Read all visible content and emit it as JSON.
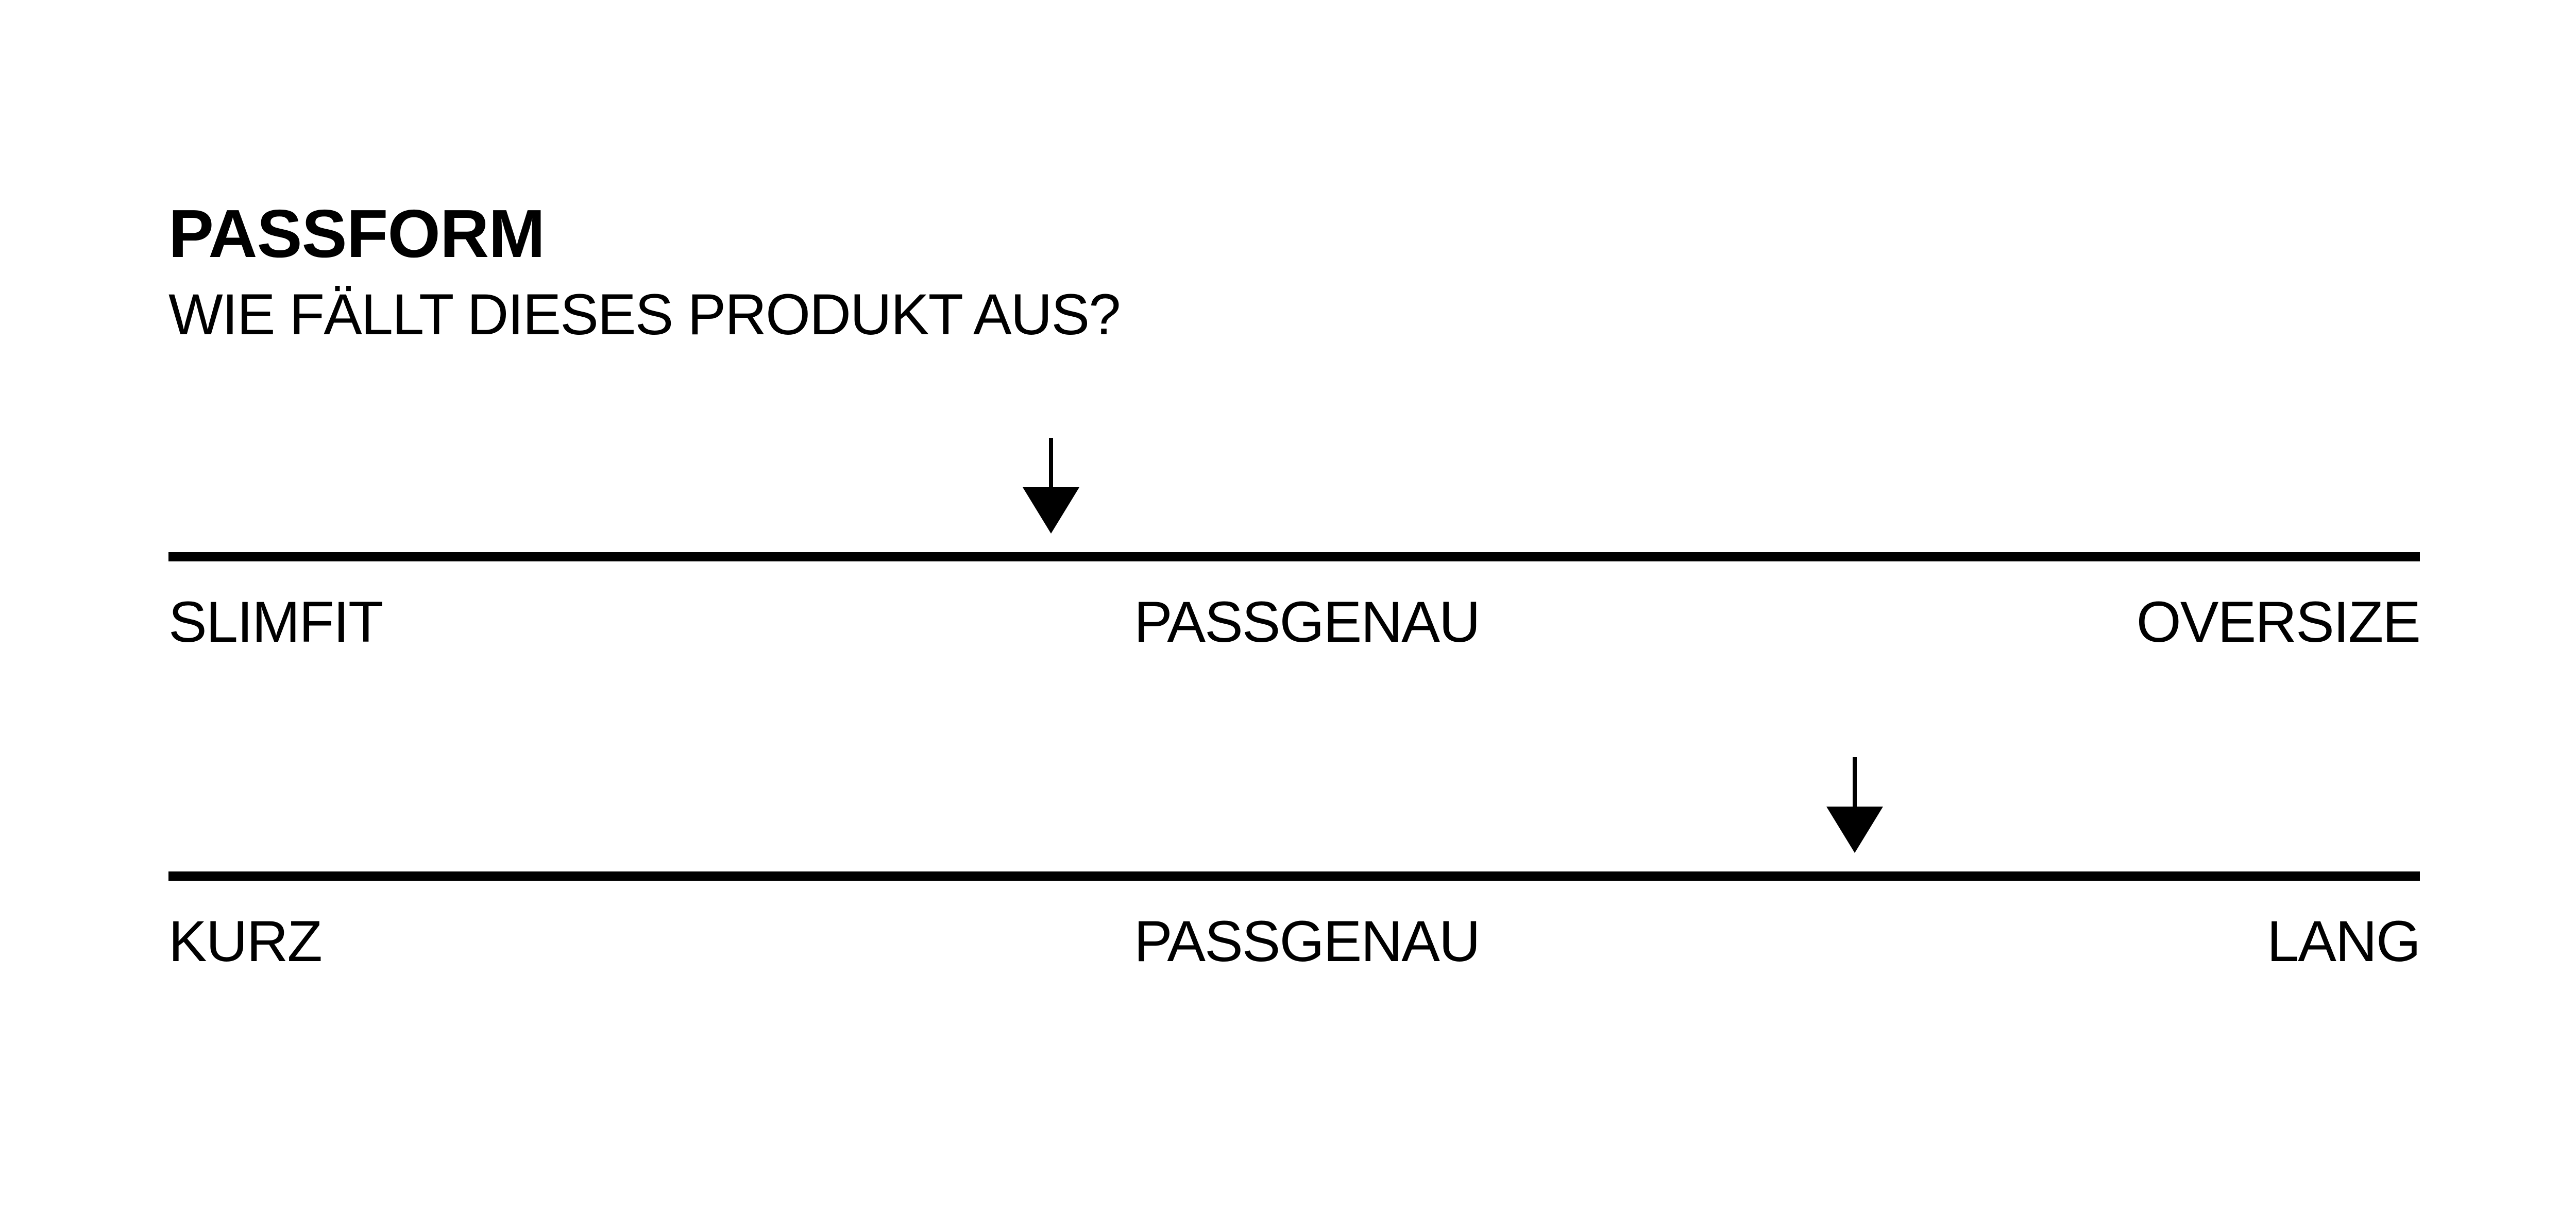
{
  "fit_widget": {
    "title": "PASSFORM",
    "subtitle": "WIE FÄLLT DIESES PRODUKT AUS?",
    "scales": [
      {
        "labels": {
          "left": "SLIMFIT",
          "center": "PASSGENAU",
          "right": "OVERSIZE"
        },
        "marker_fraction": 0.392
      },
      {
        "labels": {
          "left": "KURZ",
          "center": "PASSGENAU",
          "right": "LANG"
        },
        "marker_fraction": 0.749
      }
    ],
    "colors": {
      "text": "#000000",
      "line": "#000000",
      "background": "#ffffff"
    },
    "icons": [
      "arrow-down-icon"
    ]
  }
}
